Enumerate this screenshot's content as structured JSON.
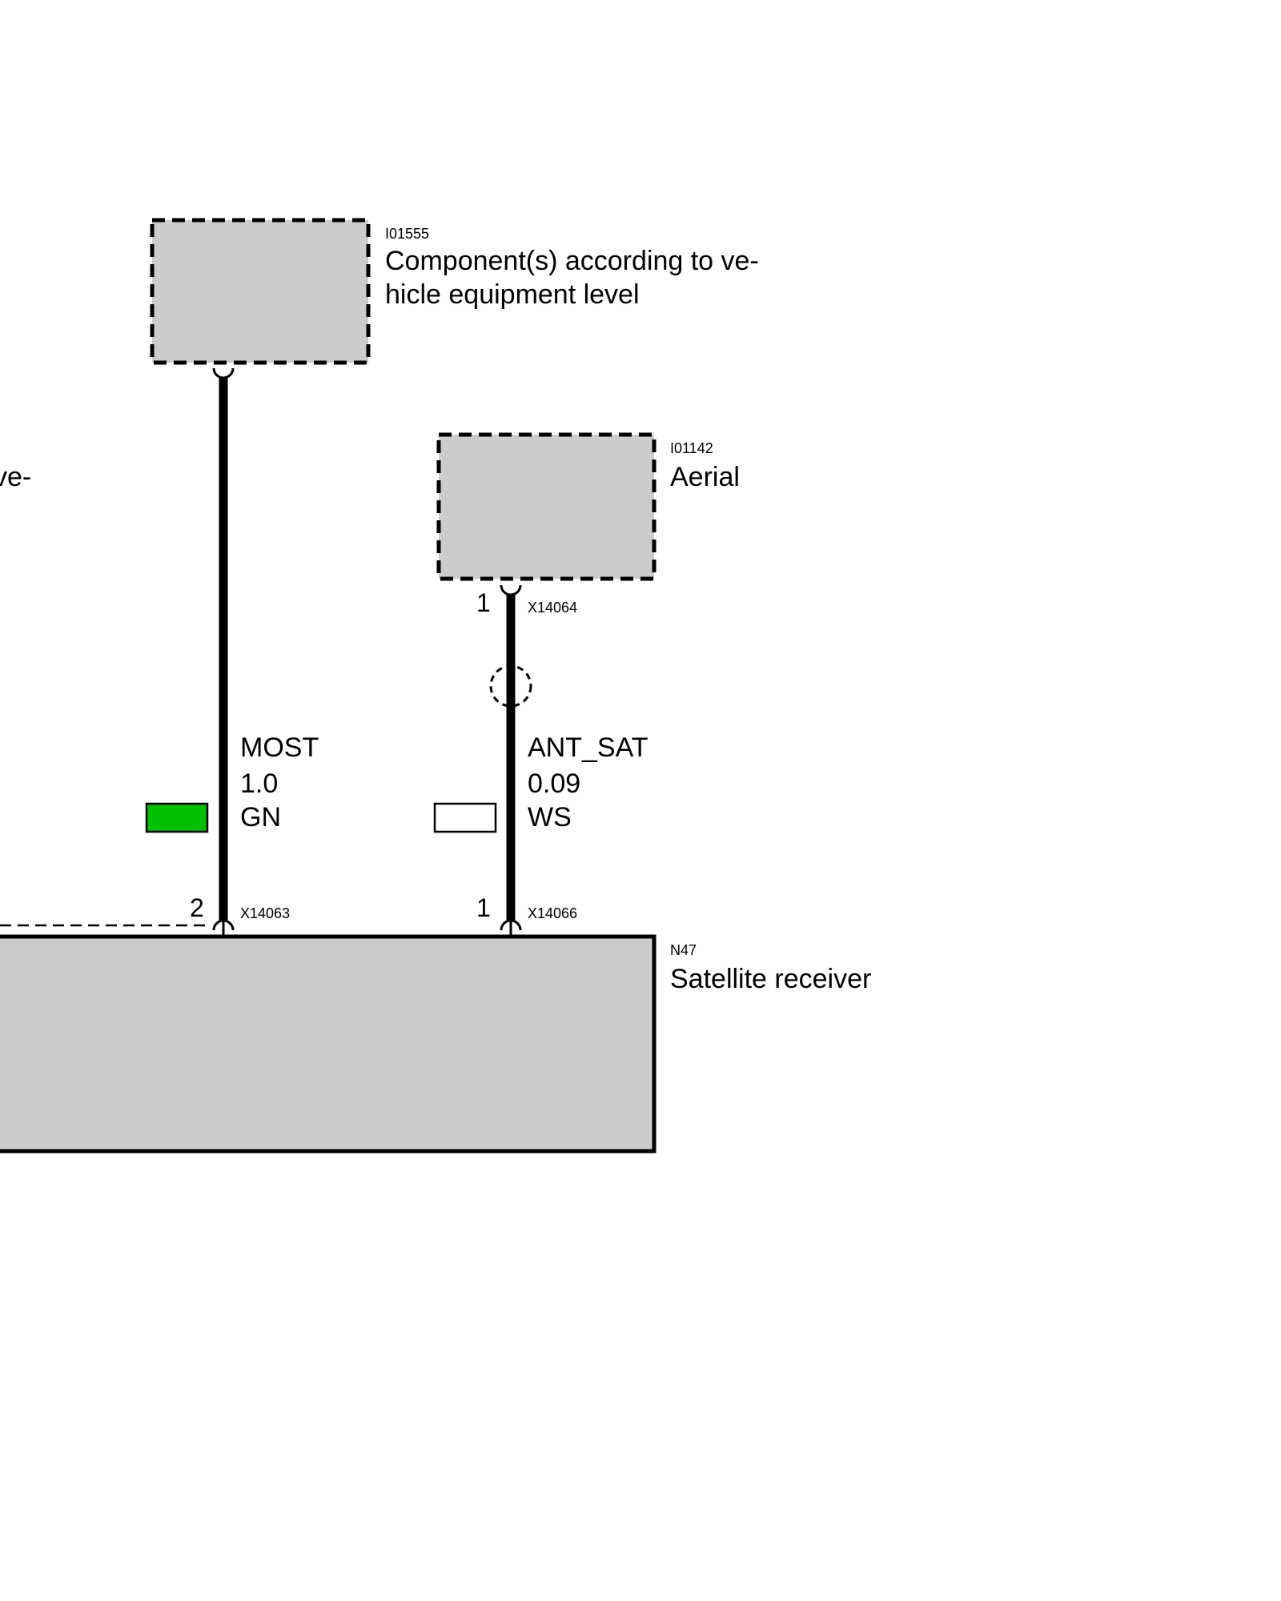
{
  "components": {
    "vehicle_equipment": {
      "id": "I01555",
      "name_line1": "Component(s) according to ve-",
      "name_line2": "hicle equipment level"
    },
    "aerial": {
      "id": "I01142",
      "name": "Aerial"
    },
    "satellite_receiver": {
      "id": "N47",
      "name": "Satellite receiver"
    },
    "offscreen_fragment": "ve-"
  },
  "wires": [
    {
      "signal": "MOST",
      "cross_section": "1.0",
      "color_code": "GN",
      "color_hex": "#00c000",
      "pin_bottom": "2",
      "connector_bottom": "X14063"
    },
    {
      "signal": "ANT_SAT",
      "cross_section": "0.09",
      "color_code": "WS",
      "color_hex": "#ffffff",
      "pin_top": "1",
      "connector_top": "X14064",
      "pin_bottom": "1",
      "connector_bottom": "X14066"
    }
  ],
  "colors": {
    "component_fill": "#cccccc",
    "wire": "#000000",
    "green_swatch": "#00c000",
    "white_swatch": "#ffffff"
  }
}
